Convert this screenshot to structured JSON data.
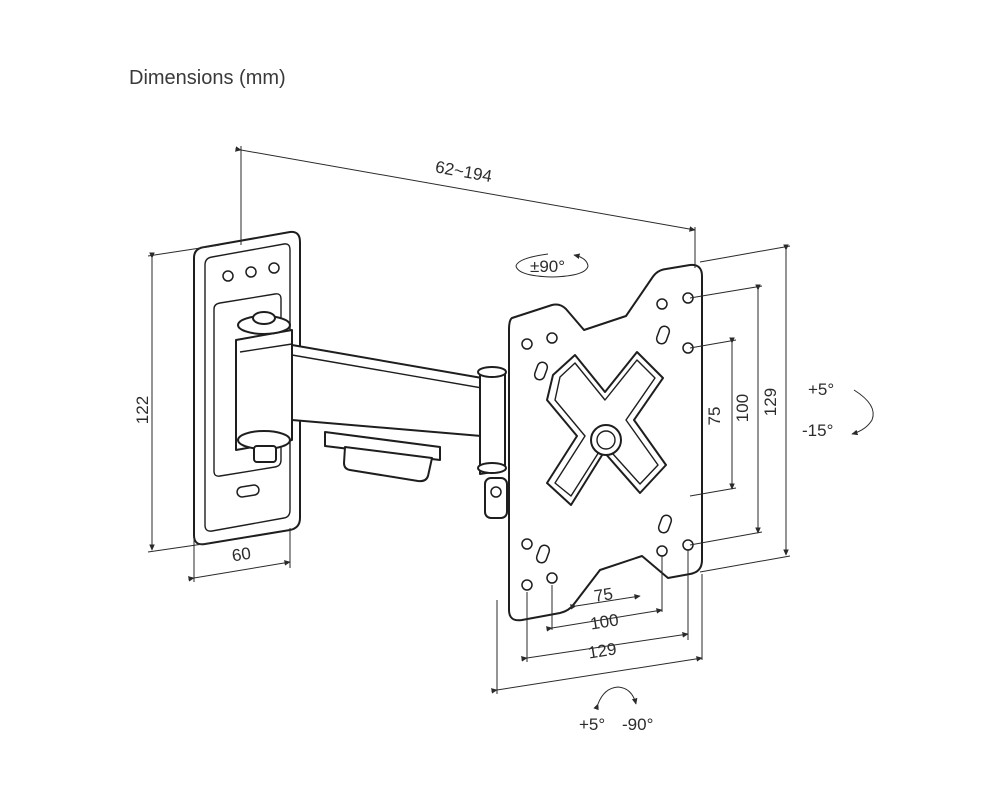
{
  "title": "Dimensions (mm)",
  "dimensions": {
    "arm_reach": "62~194",
    "wall_plate_height": "122",
    "wall_plate_depth": "60",
    "vesa_small_h": "75",
    "vesa_mid_h": "100",
    "vesa_large_h": "129",
    "vesa_small_w": "75",
    "vesa_mid_w": "100",
    "vesa_large_w": "129"
  },
  "rotation": {
    "swivel": "±90°",
    "tilt_up": "+5°",
    "tilt_down": "-15°",
    "pan_left": "+5°",
    "pan_right": "-90°"
  }
}
